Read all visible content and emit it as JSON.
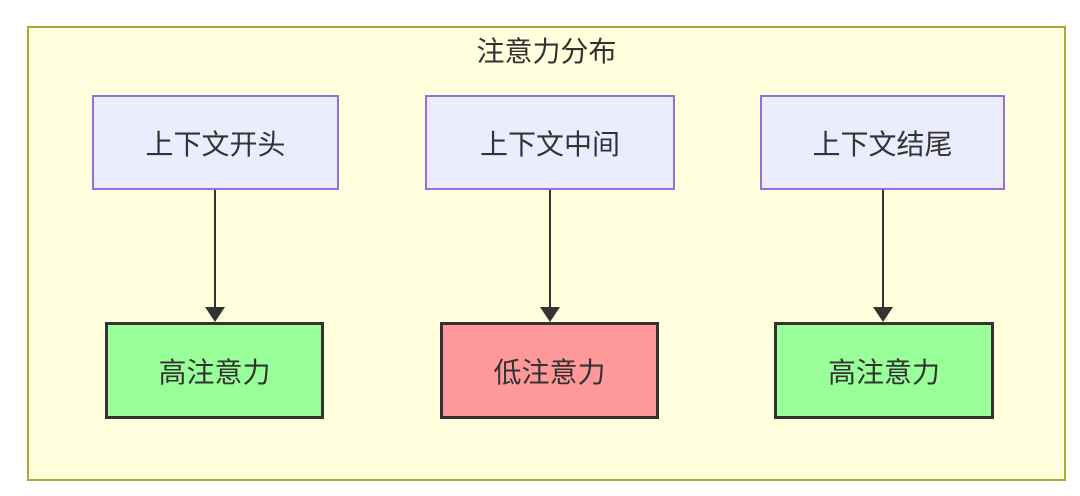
{
  "diagram": {
    "type": "flowchart",
    "title": "注意力分布",
    "columns": [
      {
        "source": "上下文开头",
        "result": "高注意力",
        "level": "high"
      },
      {
        "source": "上下文中间",
        "result": "低注意力",
        "level": "low"
      },
      {
        "source": "上下文结尾",
        "result": "高注意力",
        "level": "high"
      }
    ],
    "colors": {
      "cluster_background": "#ffffde",
      "cluster_border": "#aaaa33",
      "source_node_background": "#ececff",
      "source_node_border": "#9370db",
      "high_attention_background": "#99ff99",
      "low_attention_background": "#ff9999",
      "result_node_border": "#333333",
      "arrow": "#333333",
      "text": "#333333"
    }
  }
}
